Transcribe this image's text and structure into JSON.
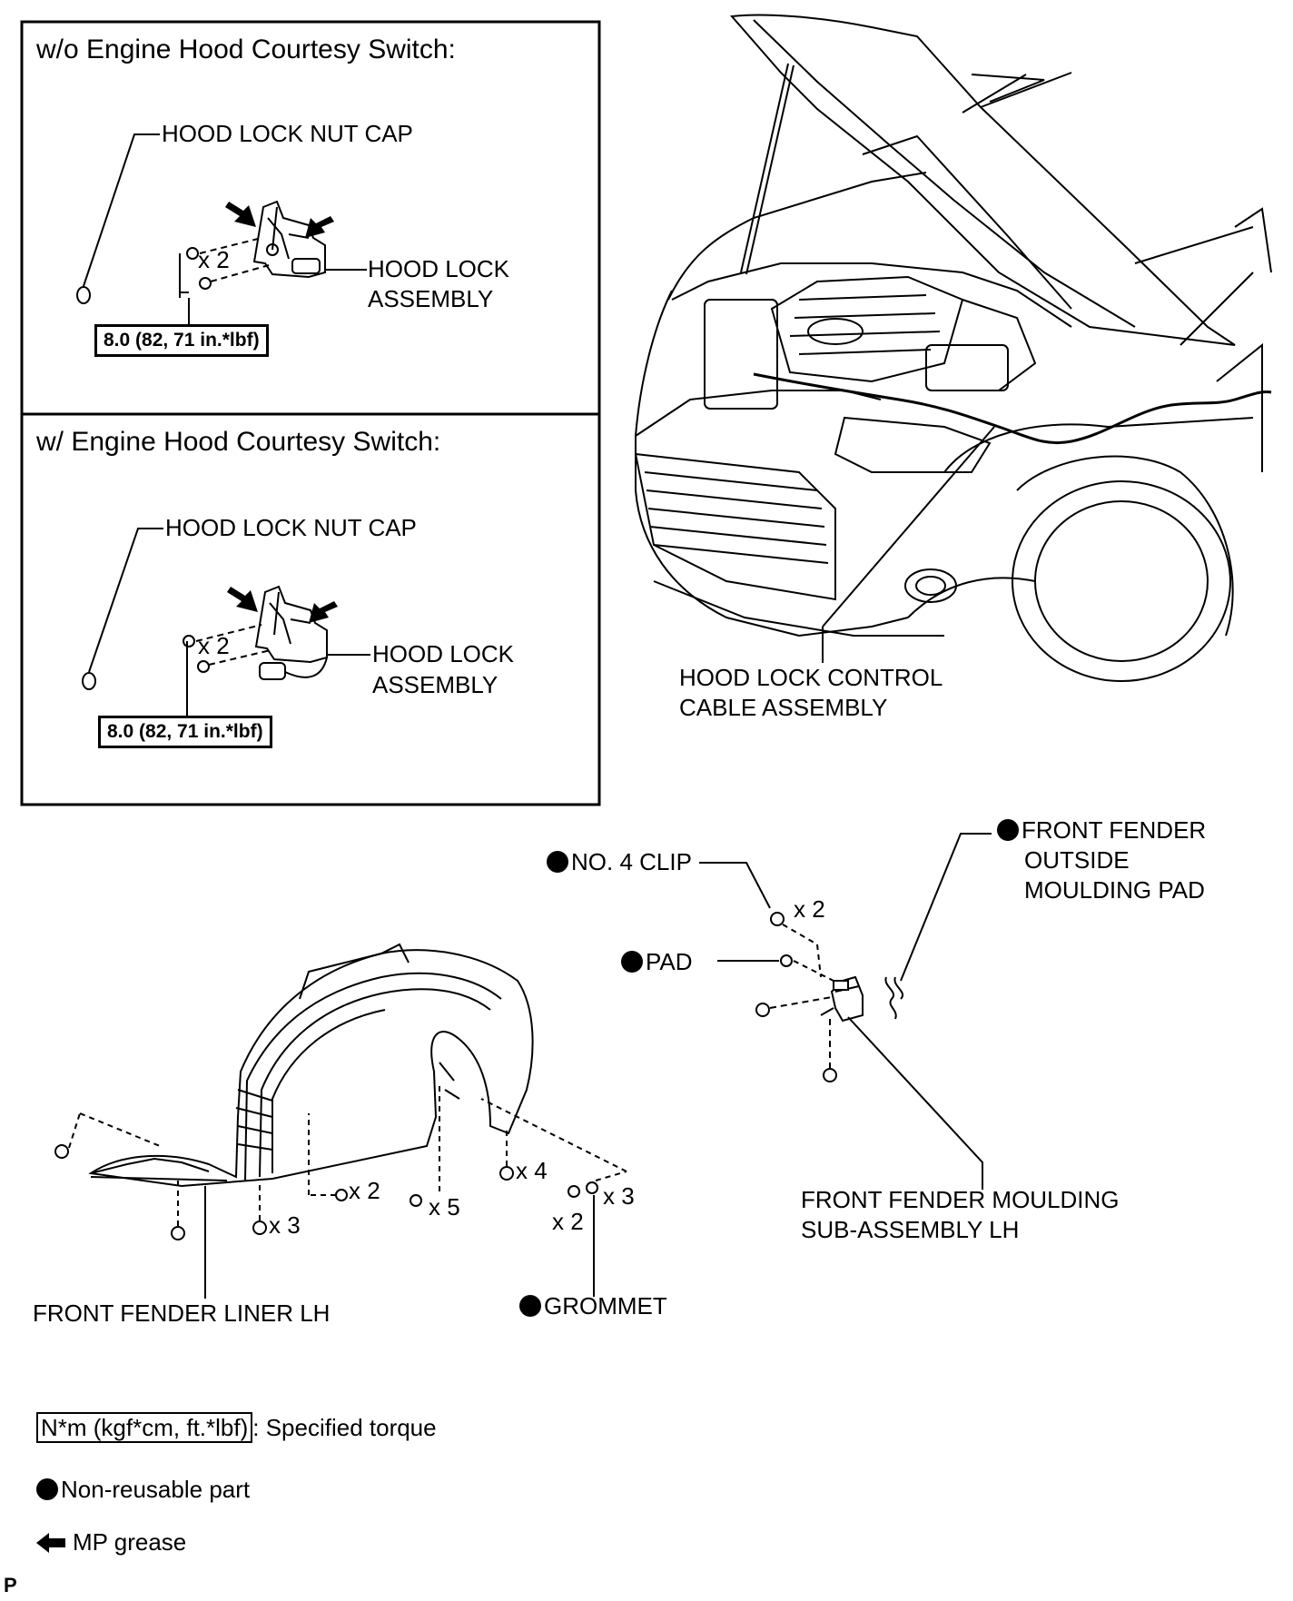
{
  "panels": {
    "without_switch": {
      "title": "w/o Engine Hood Courtesy Switch:",
      "nut_cap": "HOOD LOCK NUT CAP",
      "lock_line1": "HOOD LOCK",
      "lock_line2": "ASSEMBLY",
      "qty": "x 2",
      "torque": "8.0 (82, 71 in.*lbf)"
    },
    "with_switch": {
      "title": "w/ Engine Hood Courtesy Switch:",
      "nut_cap": "HOOD LOCK NUT CAP",
      "lock_line1": "HOOD LOCK",
      "lock_line2": "ASSEMBLY",
      "qty": "x 2",
      "torque": "8.0 (82, 71 in.*lbf)"
    }
  },
  "vehicle": {
    "cable_line1": "HOOD LOCK CONTROL",
    "cable_line2": "CABLE ASSEMBLY"
  },
  "moulding": {
    "clip": "NO. 4 CLIP",
    "clip_qty": "x 2",
    "pad": "PAD",
    "outside_pad_line1": "FRONT FENDER",
    "outside_pad_line2": "OUTSIDE",
    "outside_pad_line3": "MOULDING PAD",
    "sub_line1": "FRONT FENDER MOULDING",
    "sub_line2": "SUB-ASSEMBLY LH"
  },
  "liner": {
    "name": "FRONT FENDER LINER LH",
    "grommet": "GROMMET",
    "qty_a": "x 2",
    "qty_b": "x 5",
    "qty_c": "x 4",
    "qty_d": "x 3",
    "qty_e": "x 2",
    "qty_f": "x 3"
  },
  "legend": {
    "torque_box": "N*m (kgf*cm, ft.*lbf)",
    "torque_text": ": Specified torque",
    "nonreusable": "Non-reusable part",
    "grease": "MP grease"
  },
  "corner_mark": "P"
}
